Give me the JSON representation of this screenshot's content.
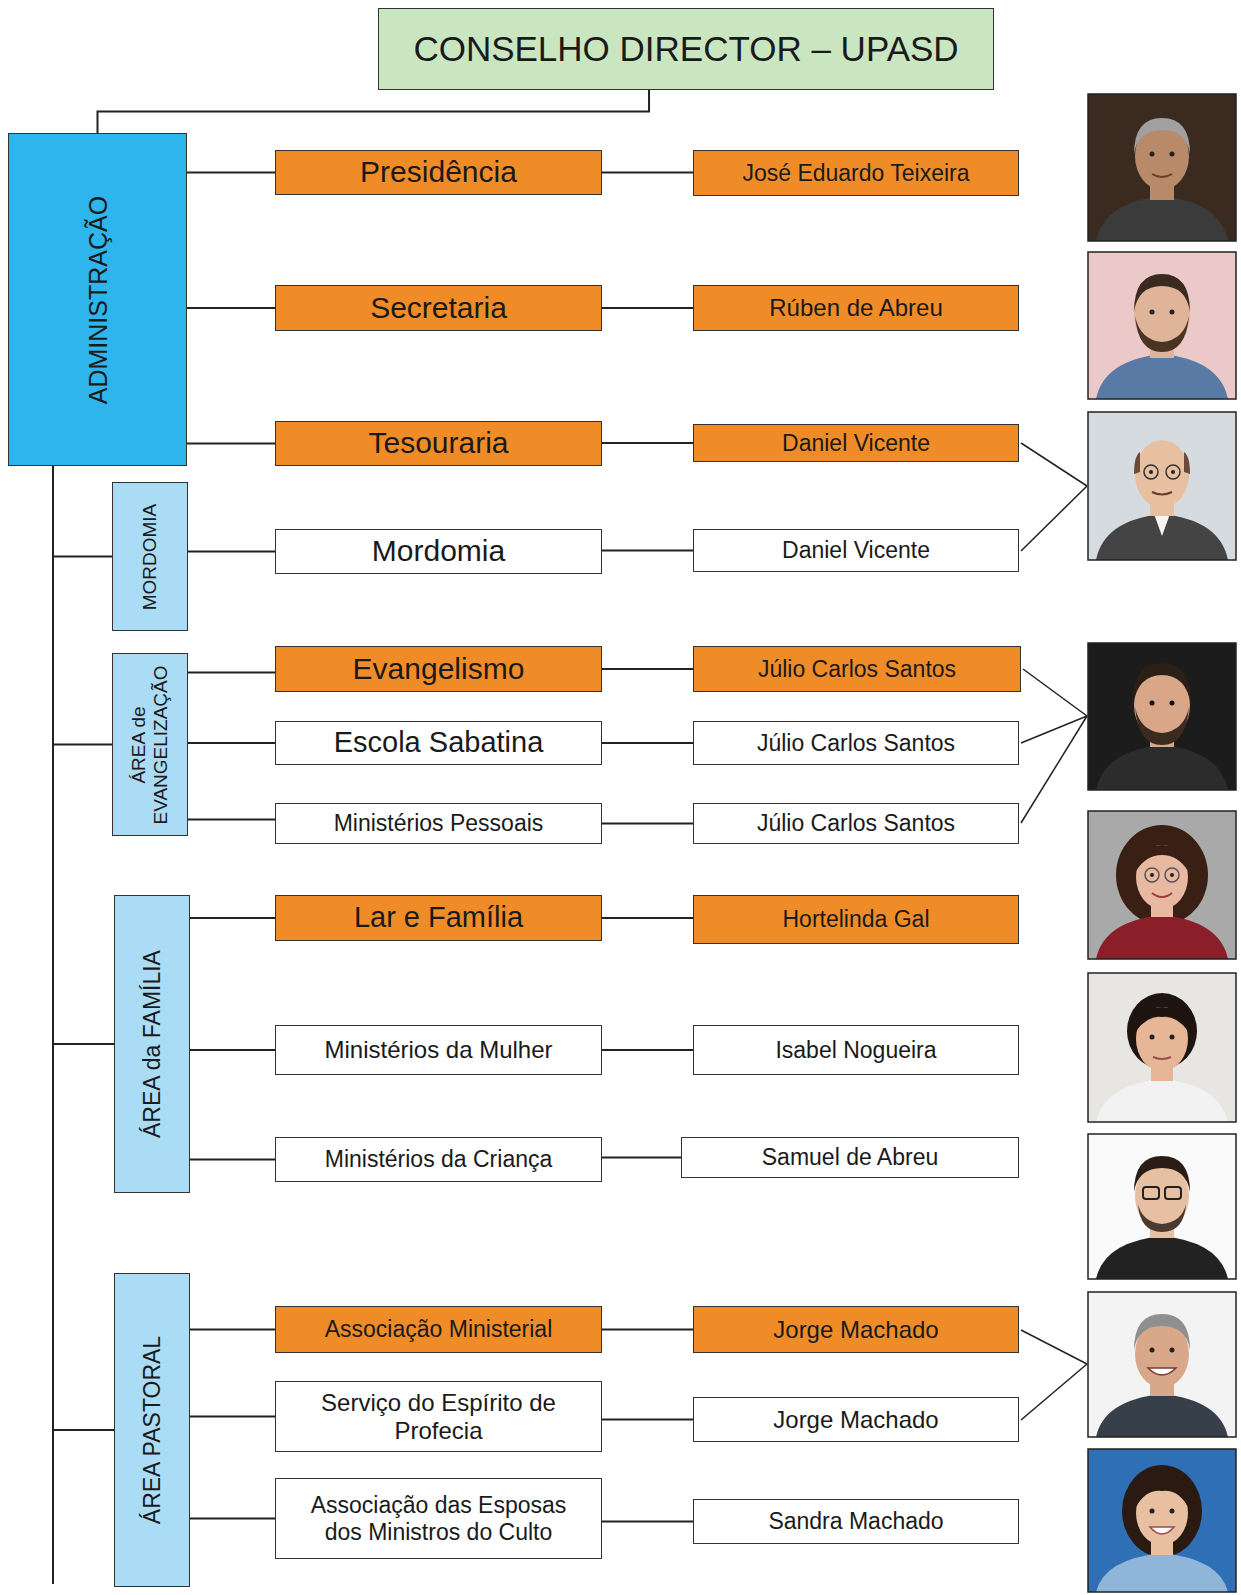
{
  "diagram": {
    "nodes": [
      {
        "text": [
          "CONSELHO DIRECTOR – UPASD"
        ]
      },
      {
        "text": [
          "ADMINISTRAÇÃO"
        ]
      },
      {
        "text": [
          "Presidência"
        ]
      },
      {
        "text": [
          "José Eduardo Teixeira"
        ]
      },
      {
        "text": [
          "Secretaria"
        ]
      },
      {
        "text": [
          "Rúben de Abreu"
        ]
      },
      {
        "text": [
          "Tesouraria"
        ]
      },
      {
        "text": [
          "Daniel Vicente"
        ]
      },
      {
        "text": [
          "MORDOMIA"
        ]
      },
      {
        "text": [
          "Mordomia"
        ]
      },
      {
        "text": [
          "Daniel Vicente"
        ]
      },
      {
        "text": [
          "ÁREA de EVANGELIZAÇÃO"
        ]
      },
      {
        "text": [
          "Evangelismo"
        ]
      },
      {
        "text": [
          "Júlio Carlos Santos"
        ]
      },
      {
        "text": [
          "Escola Sabatina"
        ]
      },
      {
        "text": [
          "Júlio Carlos Santos"
        ]
      },
      {
        "text": [
          "Ministérios Pessoais"
        ]
      },
      {
        "text": [
          "Júlio Carlos Santos"
        ]
      },
      {
        "text": [
          "ÁREA da FAMÍLIA"
        ]
      },
      {
        "text": [
          "Lar e Família"
        ]
      },
      {
        "text": [
          "Hortelinda Gal"
        ]
      },
      {
        "text": [
          "Ministérios da Mulher"
        ]
      },
      {
        "text": [
          "Isabel Nogueira"
        ]
      },
      {
        "text": [
          "Ministérios da Criança"
        ]
      },
      {
        "text": [
          "Samuel de Abreu"
        ]
      },
      {
        "text": [
          "ÁREA PASTORAL"
        ]
      },
      {
        "text": [
          "Associação Ministerial"
        ]
      },
      {
        "text": [
          "Jorge Machado"
        ]
      },
      {
        "text": [
          "Serviço do Espírito de Profecia"
        ]
      },
      {
        "text": [
          "Jorge Machado"
        ]
      },
      {
        "text": [
          "Associação das Esposas dos Ministros do Culto"
        ]
      },
      {
        "text": [
          "Sandra Machado"
        ]
      }
    ],
    "edges": [
      {
        "from": 0,
        "to": 1,
        "arrow": "none"
      },
      {
        "from": 1,
        "to": 2,
        "arrow": "none"
      },
      {
        "from": 2,
        "to": 3,
        "arrow": "none"
      },
      {
        "from": 1,
        "to": 4,
        "arrow": "none"
      },
      {
        "from": 4,
        "to": 5,
        "arrow": "none"
      },
      {
        "from": 1,
        "to": 6,
        "arrow": "none"
      },
      {
        "from": 6,
        "to": 7,
        "arrow": "none"
      },
      {
        "from": 1,
        "to": 8,
        "arrow": "none"
      },
      {
        "from": 8,
        "to": 9,
        "arrow": "none"
      },
      {
        "from": 9,
        "to": 10,
        "arrow": "none"
      },
      {
        "from": 1,
        "to": 11,
        "arrow": "none"
      },
      {
        "from": 11,
        "to": 12,
        "arrow": "none"
      },
      {
        "from": 12,
        "to": 13,
        "arrow": "none"
      },
      {
        "from": 11,
        "to": 14,
        "arrow": "none"
      },
      {
        "from": 14,
        "to": 15,
        "arrow": "none"
      },
      {
        "from": 11,
        "to": 16,
        "arrow": "none"
      },
      {
        "from": 16,
        "to": 17,
        "arrow": "none"
      },
      {
        "from": 1,
        "to": 18,
        "arrow": "none"
      },
      {
        "from": 18,
        "to": 19,
        "arrow": "none"
      },
      {
        "from": 19,
        "to": 20,
        "arrow": "none"
      },
      {
        "from": 18,
        "to": 21,
        "arrow": "none"
      },
      {
        "from": 21,
        "to": 22,
        "arrow": "none"
      },
      {
        "from": 18,
        "to": 23,
        "arrow": "none"
      },
      {
        "from": 23,
        "to": 24,
        "arrow": "none"
      },
      {
        "from": 1,
        "to": 25,
        "arrow": "none"
      },
      {
        "from": 25,
        "to": 26,
        "arrow": "none"
      },
      {
        "from": 26,
        "to": 27,
        "arrow": "none"
      },
      {
        "from": 25,
        "to": 28,
        "arrow": "none"
      },
      {
        "from": 28,
        "to": 29,
        "arrow": "none"
      },
      {
        "from": 25,
        "to": 30,
        "arrow": "none"
      },
      {
        "from": 30,
        "to": 31,
        "arrow": "none"
      }
    ]
  }
}
